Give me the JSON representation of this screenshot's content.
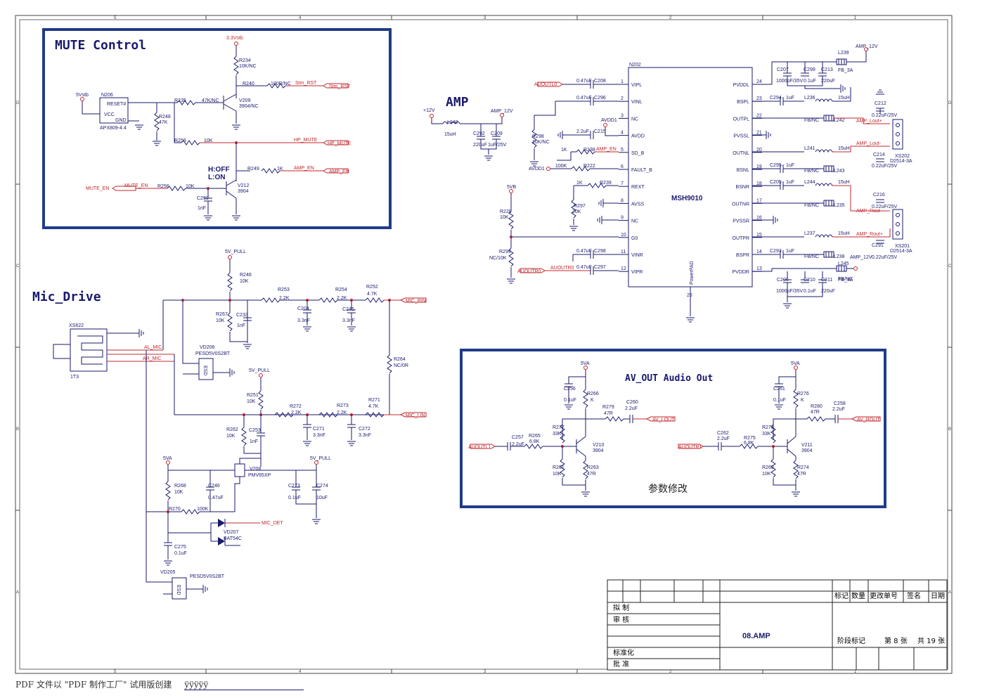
{
  "frame": {
    "col_ticks": [
      "5",
      "4",
      "3",
      "2",
      "1"
    ],
    "row_ticks": [
      "D",
      "C",
      "B",
      "A"
    ]
  },
  "sections": {
    "mute": "MUTE Control",
    "amp": "AMP",
    "mic": "Mic_Drive",
    "avout": "AV_OUT Audio Out"
  },
  "mute": {
    "rail": "3.3Vstb",
    "stb": "5Vstb",
    "ic_ref": "N206",
    "ic_part": "APX809-4.4",
    "ic_pins": [
      "RESET#",
      "VCC",
      "GND"
    ],
    "r234": "R234",
    "r234v": "10K/NC",
    "r240": "R240",
    "r240v": "100R/NC",
    "stm_rst": "Stm_RST",
    "r235": "R235",
    "r235v": "47K/NC",
    "v209": "V209",
    "v209v": "3904/NC",
    "r248": "R248",
    "r248v": "47K",
    "r259": "R259",
    "r259v": "10K",
    "hp_mute": "HP_MUTE",
    "hoff": "H:OFF",
    "lon": "L:ON",
    "r249": "R249",
    "r249v": "1K",
    "amp_en": "AMP_EN",
    "mute_en": "MUTE_EN",
    "r256": "R256",
    "r256v": "10K",
    "c259": "C259",
    "c259v": "1nF",
    "v212": "V212",
    "v212v": "3904"
  },
  "amp": {
    "ic_ref": "N202",
    "ic_name": "MSH9010",
    "left_pins": [
      {
        "n": "1",
        "name": "VIPL"
      },
      {
        "n": "2",
        "name": "VINL"
      },
      {
        "n": "3",
        "name": "NC"
      },
      {
        "n": "4",
        "name": "AVDD"
      },
      {
        "n": "5",
        "name": "SD_B"
      },
      {
        "n": "6",
        "name": "FAULT_B"
      },
      {
        "n": "7",
        "name": "REXT"
      },
      {
        "n": "8",
        "name": "AVSS"
      },
      {
        "n": "9",
        "name": "NC"
      },
      {
        "n": "10",
        "name": "G0"
      },
      {
        "n": "11",
        "name": "VINR"
      },
      {
        "n": "12",
        "name": "VIPR"
      }
    ],
    "right_pins": [
      {
        "n": "24",
        "name": "PVDDL"
      },
      {
        "n": "23",
        "name": "BSPL"
      },
      {
        "n": "22",
        "name": "OUTPL"
      },
      {
        "n": "21",
        "name": "PVSSL"
      },
      {
        "n": "20",
        "name": "OUTNL"
      },
      {
        "n": "19",
        "name": "BSNL"
      },
      {
        "n": "18",
        "name": "BSNR"
      },
      {
        "n": "17",
        "name": "OUTNR"
      },
      {
        "n": "16",
        "name": "PVSSR"
      },
      {
        "n": "15",
        "name": "OUTPR"
      },
      {
        "n": "14",
        "name": "BSPR"
      },
      {
        "n": "13",
        "name": "PVDDR"
      }
    ],
    "pad": "PowerPAD",
    "pad_n": "25",
    "auoutl": "AUOUTL0",
    "auoutr": "AUOUTR0",
    "c208": "C208",
    "c296": "C296",
    "c298": "C298",
    "c297": "C297",
    "c047": "0.47uF",
    "avdd1": "AVDD1",
    "c215": "C215",
    "c215v": "2.2uF",
    "r298": "R298",
    "r298v": "10K/NC",
    "r238": "R238",
    "r1k": "1K",
    "r222": "R222",
    "r100k": "100K",
    "r239": "R239",
    "r297": "R297",
    "r297v": "20K",
    "b5v": "5VB",
    "r229": "R229",
    "r229v": "10K",
    "r299": "R299",
    "r299v": "NC/10K",
    "v12": "+12V",
    "l240": "L240",
    "l240v": "15uH",
    "c292": "C292",
    "c292v": "220uF",
    "c209": "C209",
    "c209v": "1uF/25V",
    "amp12": "AMP_12V",
    "c207": "C207",
    "c206": "C206",
    "c1000": "1000pF/35V",
    "c299": "C299",
    "c210": "C210",
    "c01": "0.1uF",
    "c213": "C213",
    "c211": "C211",
    "c220": "220uF",
    "l239": "L239",
    "l245": "L245",
    "fb3a": "FB_3A",
    "c294": "C294",
    "c295": "C295",
    "c205": "C205",
    "c293": "C293",
    "c1uf": "1uF",
    "l236": "L236",
    "l241": "L241",
    "l244": "L244",
    "l237": "L237",
    "l15": "15uH",
    "l242": "L242",
    "l243": "L243",
    "l235": "L235",
    "l238": "L238",
    "fbnc": "FB/NC",
    "c212": "C212",
    "c214": "C214",
    "c216": "C216",
    "c291": "C291",
    "c022": "0.22uF/25V",
    "xs202": "XS202",
    "xs201": "XS201",
    "d2514": "D2514-3A",
    "amp_lout_p": "AMP_Lout+",
    "amp_lout_n": "AMP_Lout-",
    "amp_rout_n": "AMP_Rout-",
    "amp_rout_p": "AMP_Rout+"
  },
  "mic": {
    "pull": "5V_PULL",
    "xs622": "XS622",
    "xs_part": "1T3",
    "al_mic": "AL_MIC",
    "ar_mic": "AR_MIC",
    "r246": "R246",
    "r246v": "10K",
    "r267": "R267",
    "r267v": "10K",
    "c233": "C233",
    "c233v": "1nF",
    "r253": "R253",
    "r253v": "2.2K",
    "r254": "R254",
    "r254v": "2.2K",
    "r252": "R252",
    "r252v": "4.7K",
    "mic_rin": "MIC_RIN",
    "c204": "C204",
    "c204v": "3.3nF",
    "c245": "C245",
    "c245v": "3.3nF",
    "r264": "R264",
    "r264v": "NC/0R",
    "vd206": "VD206",
    "vd206v": "PESD5V0S2BT",
    "esd": "ESD",
    "r251": "R251",
    "r251v": "10K",
    "r262": "R262",
    "r262v": "10K",
    "c253": "C253",
    "c253v": "1nF",
    "r272": "R272",
    "r272v": "2.2K",
    "r273": "R273",
    "r273v": "2.2K",
    "r271": "R271",
    "r271v": "4.7K",
    "mic_lin": "MIC_LIN",
    "c271": "C271",
    "c271v": "3.3nF",
    "c272": "C272",
    "c272v": "3.3nF",
    "va5": "5VA",
    "r268": "R268",
    "r268v": "10K",
    "c246": "C246",
    "c246v": "0.47uF",
    "v208": "V208",
    "v208v": "PMV65XP",
    "c273": "C273",
    "c273v": "0.1uF",
    "c274": "C274",
    "c274v": "10uF",
    "r270": "R270",
    "r270v": "100K",
    "vd207": "VD207",
    "vd207v": "BAT54C",
    "mic_det": "MIC_DET",
    "c275": "C275",
    "c275v": "0.1uF",
    "vd205": "VD205",
    "vd205v": "PESD5V0S2BT"
  },
  "avout": {
    "va5": "5VA",
    "c256": "C256",
    "c261": "C261",
    "c01": "0.1uF",
    "r266": "R266",
    "r276": "R276",
    "rk": "K",
    "c260": "C260",
    "c258": "C258",
    "c22": "2.2uF",
    "r279": "R279",
    "r280": "R280",
    "r47": "47R",
    "av_lout": "AV_LOUT",
    "av_rout": "AV_ROUT",
    "r277": "R277",
    "r278": "R278",
    "r33": "33K",
    "c257": "C257",
    "c262": "C262",
    "r265": "R265",
    "r275": "R275",
    "r68": "6.8K",
    "auoutl1": "AUOUTL1",
    "auoutr1": "AUOUTR1",
    "v210": "V210",
    "v211": "V211",
    "q": "3904",
    "r261": "R261",
    "r269": "R269",
    "r10": "10K",
    "r263": "R263",
    "r274": "R274",
    "note": "参数修改"
  },
  "title_block": {
    "headers": [
      "标记",
      "数量",
      "更改单号",
      "签名",
      "日期"
    ],
    "rows": [
      "拟 制",
      "审 核",
      "",
      "标准化",
      "批 准"
    ],
    "doc_title": "08.AMP",
    "stage": "阶段标记",
    "sheet_no": "第 8 张",
    "sheet_total": "共 19 张"
  },
  "footer": {
    "text": "PDF 文件以 \"PDF 制作工厂\" 试用版创建",
    "link": "ÿÿÿÿÿ"
  }
}
